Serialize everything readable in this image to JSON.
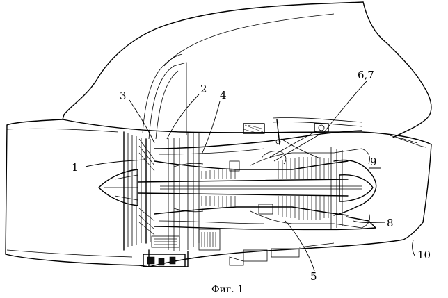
{
  "caption": "Фиг. 1",
  "callouts": [
    {
      "id": "c1",
      "text": "1"
    },
    {
      "id": "c2",
      "text": "2"
    },
    {
      "id": "c3",
      "text": "3"
    },
    {
      "id": "c4",
      "text": "4"
    },
    {
      "id": "c5",
      "text": "5"
    },
    {
      "id": "c67",
      "text": "6,7"
    },
    {
      "id": "c8",
      "text": "8"
    },
    {
      "id": "c9",
      "text": "9"
    },
    {
      "id": "c10",
      "text": "10"
    }
  ]
}
